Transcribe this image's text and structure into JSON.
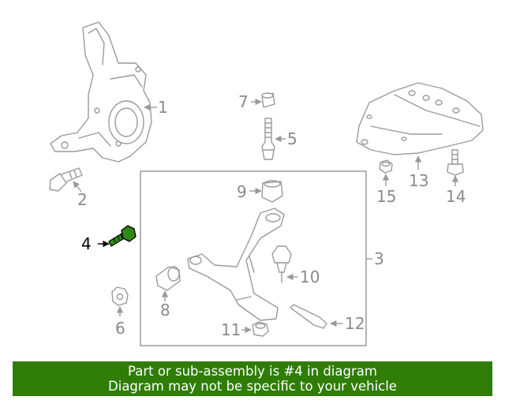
{
  "callouts": {
    "c1": "1",
    "c2": "2",
    "c3": "3",
    "c4": "4",
    "c5": "5",
    "c6": "6",
    "c7": "7",
    "c8": "8",
    "c9": "9",
    "c10": "10",
    "c11": "11",
    "c12": "12",
    "c13": "13",
    "c14": "14",
    "c15": "15"
  },
  "highlight_part": "4",
  "colors": {
    "banner_bg": "#2f7d07",
    "banner_text": "#ffffff",
    "highlight_part": "#2d8a12",
    "line_art": "#9a9a9a"
  },
  "banner": {
    "line1": "Part or sub-assembly is #4 in diagram",
    "line2": "Diagram may not be specific to your vehicle"
  }
}
